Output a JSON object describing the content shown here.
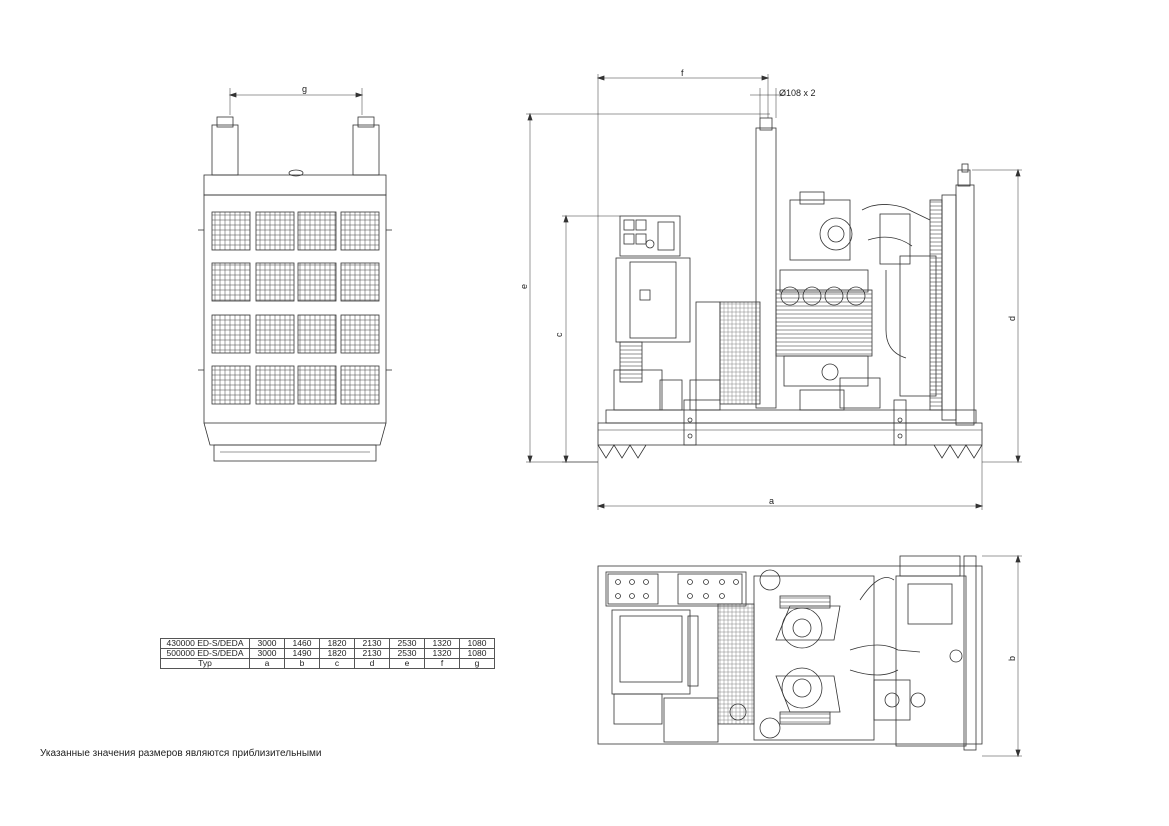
{
  "dimension_labels": {
    "a": "a",
    "b": "b",
    "c": "c",
    "d": "d",
    "e": "e",
    "f": "f",
    "g": "g",
    "exhaust": "Ø108 x 2"
  },
  "table": {
    "rows": [
      {
        "model": "430000 ED-S/DEDA",
        "values": [
          "3000",
          "1460",
          "1820",
          "2130",
          "2530",
          "1320",
          "1080"
        ]
      },
      {
        "model": "500000 ED-S/DEDA",
        "values": [
          "3000",
          "1490",
          "1820",
          "2130",
          "2530",
          "1320",
          "1080"
        ]
      }
    ],
    "header_label": "Typ",
    "columns": [
      "a",
      "b",
      "c",
      "d",
      "e",
      "f",
      "g"
    ]
  },
  "note": "Указанные значения размеров являются приблизительными"
}
